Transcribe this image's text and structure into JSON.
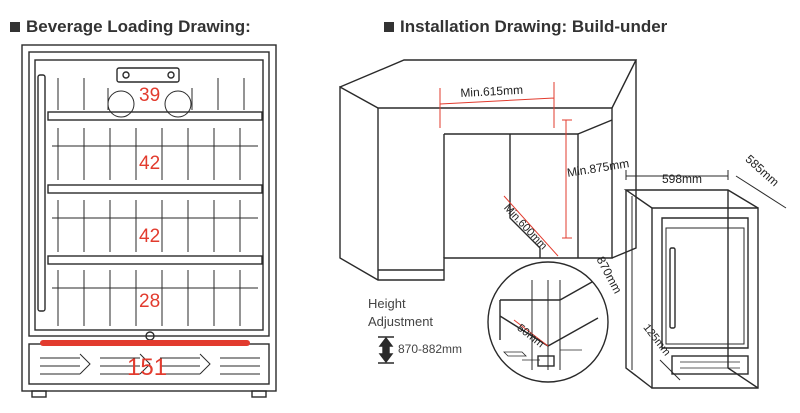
{
  "headers": {
    "loading": "Beverage Loading Drawing:",
    "installation": "Installation Drawing: Build-under"
  },
  "capacities": {
    "top": "39",
    "shelf2": "42",
    "shelf3": "42",
    "bottom": "28",
    "total": "151"
  },
  "install": {
    "min_width": "Min.615mm",
    "min_height": "Min.875mm",
    "min_depth": "Min.600mm",
    "height_adjustment_label": [
      "Height",
      "Adjustment"
    ],
    "height_adjustment_range": "870-882mm",
    "gap": "50mm"
  },
  "unit_dims": {
    "width": "598mm",
    "depth": "585mm",
    "height": "870mm",
    "kick": "125mm"
  },
  "colors": {
    "accent": "#e23b2e",
    "line": "#2a2a2a"
  }
}
